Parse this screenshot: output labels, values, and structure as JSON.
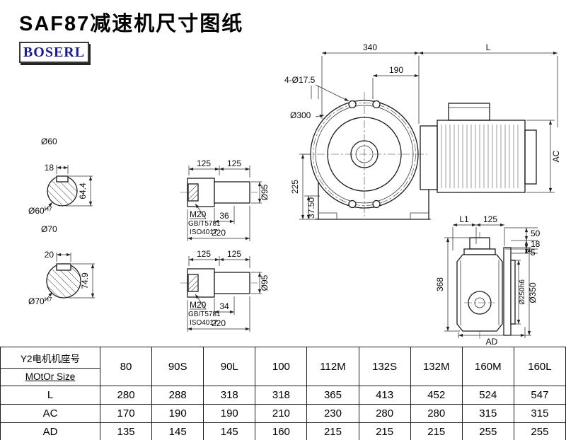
{
  "page": {
    "title": "SAF87减速机尺寸图纸",
    "logo": "BOSERL"
  },
  "drawing": {
    "shaft60": {
      "dia": "Ø60",
      "key_w": "18",
      "height": "64.4",
      "fit_dia": "Ø60",
      "fit_tol": "H7"
    },
    "shaft70": {
      "dia": "Ø70",
      "key_w": "20",
      "height": "74.9",
      "fit_dia": "Ø70",
      "fit_tol": "H7"
    },
    "shaft_detail_top": {
      "dim_a": "125",
      "dim_b": "125",
      "thread": "M20",
      "std_gb": "GB/T5781",
      "std_iso": "ISO4017",
      "key_len": "36",
      "length": "220",
      "dia": "Ø95"
    },
    "shaft_detail_bottom": {
      "dim_a": "125",
      "dim_b": "125",
      "thread": "M20",
      "std_gb": "GB/T5781",
      "std_iso": "ISO4017",
      "key_len": "34",
      "length": "220",
      "dia": "Ø95"
    },
    "front_view": {
      "width": "340",
      "motor_len": "L",
      "dim_190": "190",
      "bolt_holes": "4-Ø17.5",
      "flange_dia": "Ø300",
      "center_height": "225",
      "foot_height": "37.50",
      "motor_height": "AC"
    },
    "side_view": {
      "dim_l1": "L1",
      "dim_125": "125",
      "dim_50": "50",
      "dim_18": "18",
      "dim_5": "5",
      "height": "368",
      "spigot_dia": "Ø250h6",
      "flange_dia": "Ø350",
      "width": "AD"
    }
  },
  "table": {
    "header_cn": "Y2电机机座号",
    "header_en": "MOtOr Size",
    "columns": [
      "80",
      "90S",
      "90L",
      "100",
      "112M",
      "132S",
      "132M",
      "160M",
      "160L"
    ],
    "rows": [
      {
        "label": "L",
        "values": [
          "280",
          "288",
          "318",
          "318",
          "365",
          "413",
          "452",
          "524",
          "547"
        ]
      },
      {
        "label": "AC",
        "values": [
          "170",
          "190",
          "190",
          "210",
          "230",
          "280",
          "280",
          "315",
          "315"
        ]
      },
      {
        "label": "AD",
        "values": [
          "135",
          "145",
          "145",
          "160",
          "215",
          "215",
          "215",
          "255",
          "255"
        ]
      }
    ]
  }
}
